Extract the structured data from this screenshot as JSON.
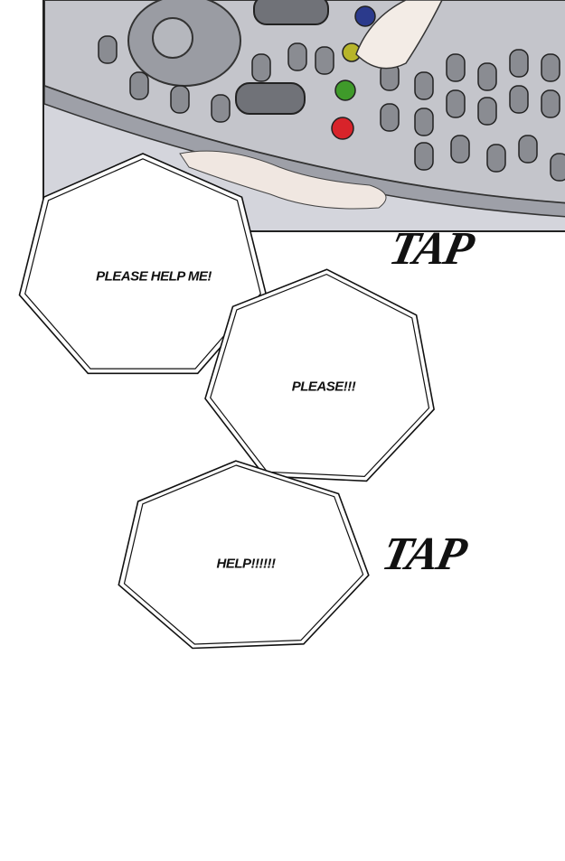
{
  "bubbles": [
    {
      "text": "PLEASE HELP ME!"
    },
    {
      "text": "PLEASE!!!"
    },
    {
      "text": "HELP!!!!!!"
    }
  ],
  "sfx": [
    "TAP",
    "TAP"
  ],
  "colors": {
    "remote": "#c9cacf",
    "button": "#8a8c92",
    "red": "#d8232a",
    "green": "#3f9a2a",
    "yellow": "#b7b52a",
    "blue": "#2b3a8c"
  }
}
